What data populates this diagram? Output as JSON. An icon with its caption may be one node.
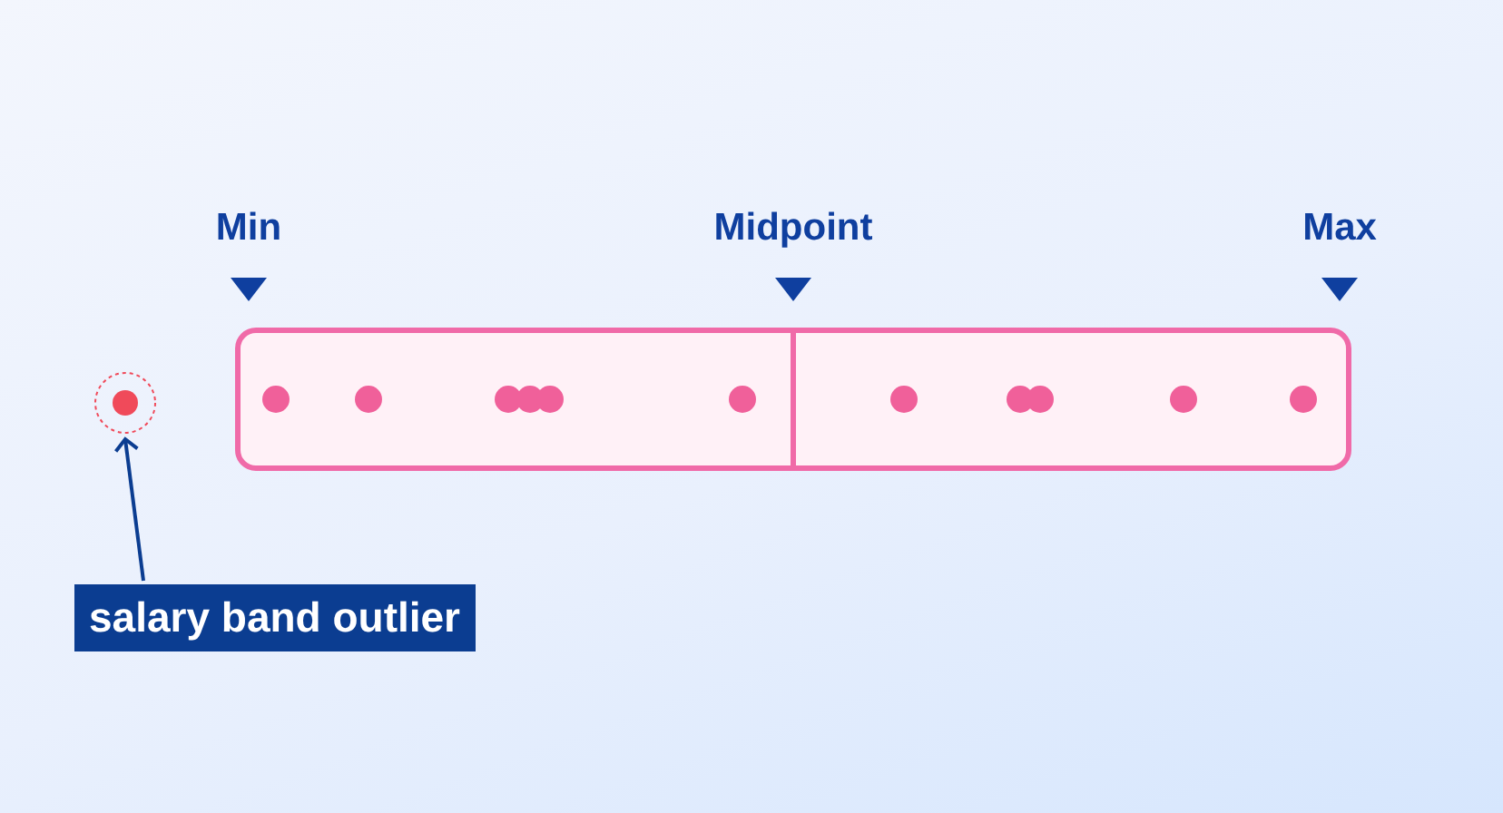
{
  "diagram": {
    "nodes": [
      {
        "text": [
          "salary band outlier"
        ]
      },
      {
        "text": [],
        "shape": "circle"
      }
    ],
    "edges": [
      {
        "from": 0,
        "to": 1,
        "arrow": "to"
      }
    ],
    "labels": [
      "Min",
      "Midpoint",
      "Max"
    ]
  }
}
